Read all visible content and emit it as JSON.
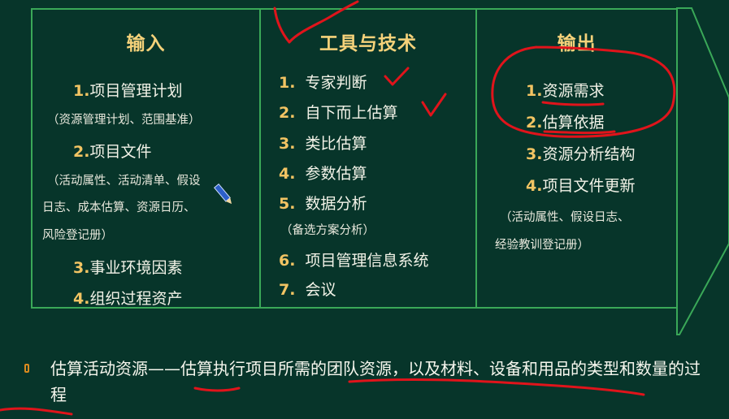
{
  "columns": {
    "inputs": {
      "title": "输入",
      "items": [
        {
          "num": "1.",
          "text": "项目管理计划"
        },
        {
          "sub": "（资源管理计划、范围基准）"
        },
        {
          "num": "2.",
          "text": "项目文件"
        },
        {
          "sub": "（活动属性、活动清单、假设"
        },
        {
          "sub": "日志、成本估算、资源日历、"
        },
        {
          "sub": "风险登记册）"
        },
        {
          "num": "3.",
          "text": "事业环境因素"
        },
        {
          "num": "4.",
          "text": "组织过程资产"
        }
      ]
    },
    "tools": {
      "title": "工具与技术",
      "items": [
        {
          "num": "1.",
          "text": "专家判断"
        },
        {
          "num": "2.",
          "text": "自下而上估算"
        },
        {
          "num": "3.",
          "text": "类比估算"
        },
        {
          "num": "4.",
          "text": "参数估算"
        },
        {
          "num": "5.",
          "text": "数据分析"
        },
        {
          "sub": "（备选方案分析）"
        },
        {
          "num": "6.",
          "text": "项目管理信息系统"
        },
        {
          "num": "7.",
          "text": "会议"
        }
      ]
    },
    "outputs": {
      "title": "输出",
      "items": [
        {
          "num": "1.",
          "text": "资源需求"
        },
        {
          "num": "2.",
          "text": "估算依据"
        },
        {
          "num": "3.",
          "text": "资源分析结构"
        },
        {
          "num": "4.",
          "text": "项目文件更新"
        },
        {
          "sub": "（活动属性、假设日志、"
        },
        {
          "sub": "经验教训登记册）"
        }
      ]
    }
  },
  "definition": "估算活动资源——估算执行项目所需的团队资源，以及材料、设备和用品的类型和数量的过程",
  "colors": {
    "background": "#07352a",
    "border": "#3aa858",
    "heading": "#f5d27a",
    "number": "#f2c463",
    "annotation": "#e0141b",
    "bullet": "#d98a1f"
  },
  "icons": [
    "pen-icon",
    "checkmark-icon"
  ]
}
